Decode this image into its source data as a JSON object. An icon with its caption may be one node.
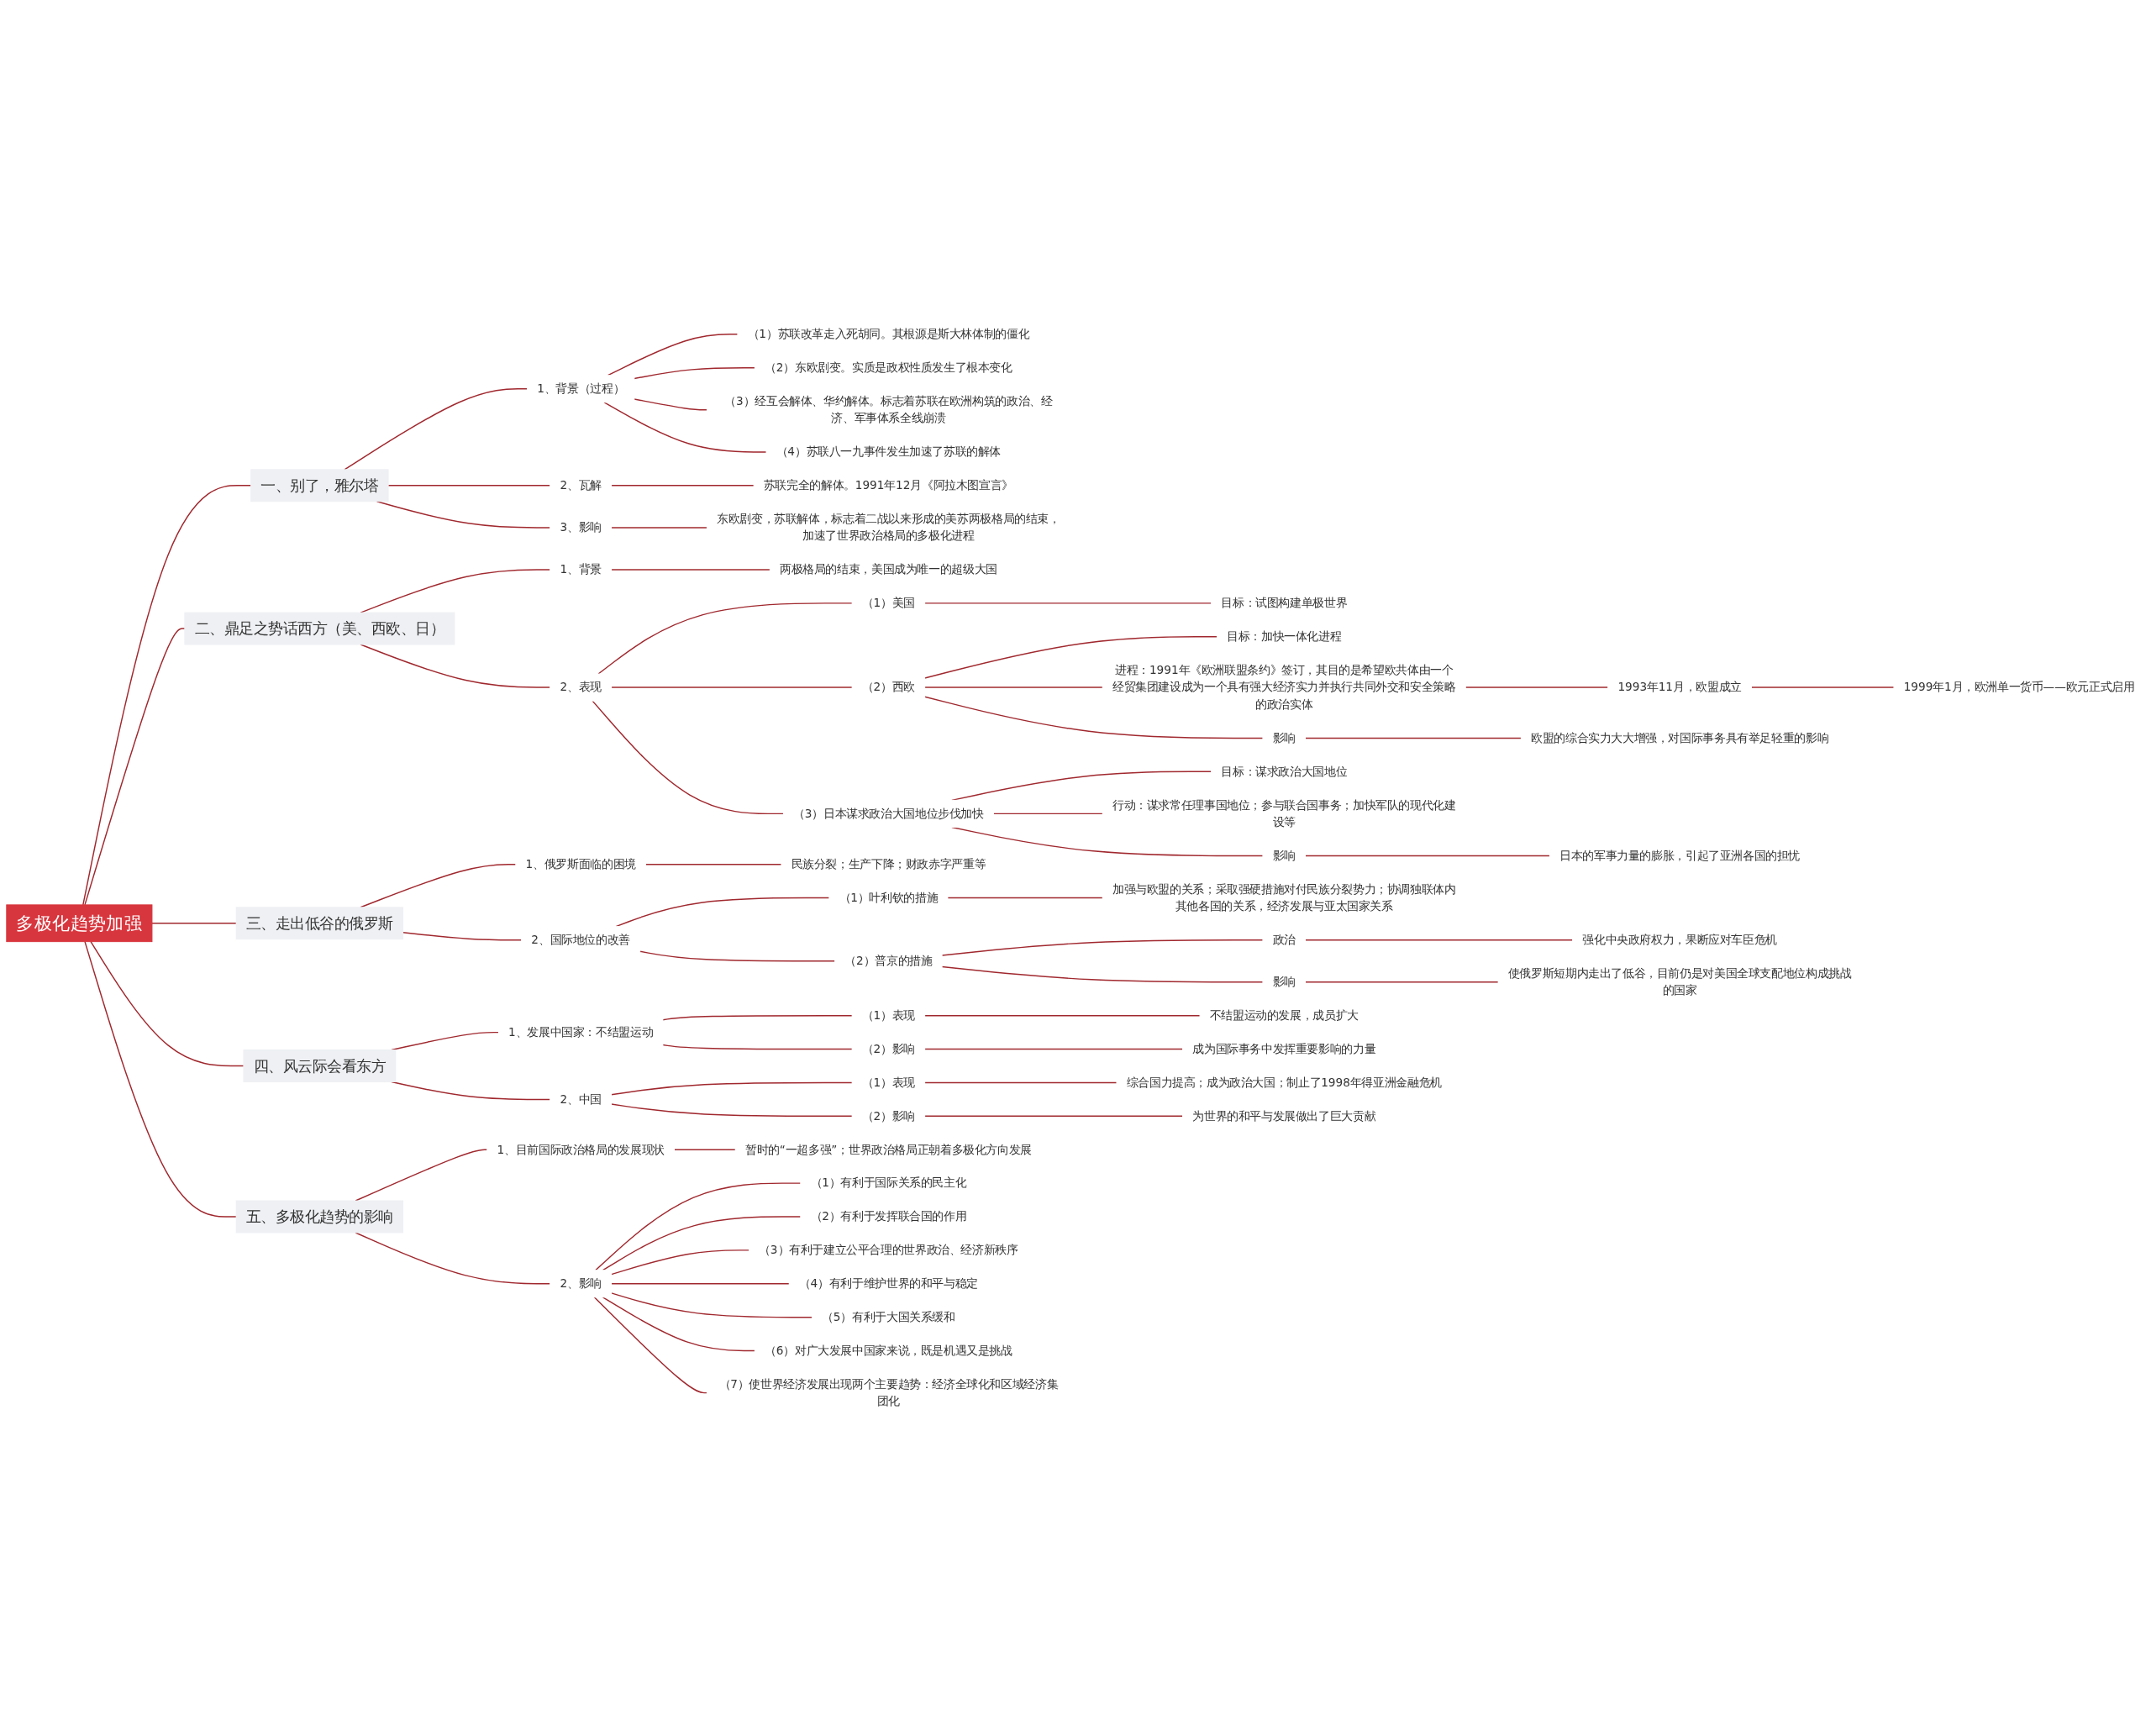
{
  "diagram": {
    "nodes": [
      {
        "text": [
          "多极化趋势加强"
        ]
      },
      {
        "text": [
          "一、别了，雅尔塔"
        ]
      },
      {
        "text": [
          "1、背景（过程）"
        ]
      },
      {
        "text": [
          "（1）苏联改革走入死胡同。其根源是斯大林体制的僵化"
        ]
      },
      {
        "text": [
          "（2）东欧剧变。实质是政权性质发生了根本变化"
        ]
      },
      {
        "text": [
          "（3）经互会解体、华约解体。标志着苏联在欧洲构筑的政治、经济、军事体系全线崩溃"
        ]
      },
      {
        "text": [
          "（4）苏联八一九事件发生加速了苏联的解体"
        ]
      },
      {
        "text": [
          "2、瓦解"
        ]
      },
      {
        "text": [
          "苏联完全的解体。1991年12月《阿拉木图宣言》"
        ]
      },
      {
        "text": [
          "3、影响"
        ]
      },
      {
        "text": [
          "东欧剧变，苏联解体，标志着二战以来形成的美苏两极格局的结束，加速了世界政治格局的多极化进程"
        ]
      },
      {
        "text": [
          "二、鼎足之势话西方（美、西欧、日）"
        ]
      },
      {
        "text": [
          "1、背景"
        ]
      },
      {
        "text": [
          "两极格局的结束，美国成为唯一的超级大国"
        ]
      },
      {
        "text": [
          "2、表现"
        ]
      },
      {
        "text": [
          "（1）美国"
        ]
      },
      {
        "text": [
          "目标：试图构建单极世界"
        ]
      },
      {
        "text": [
          "（2）西欧"
        ]
      },
      {
        "text": [
          "目标：加快一体化进程"
        ]
      },
      {
        "text": [
          "进程：1991年《欧洲联盟条约》签订，其目的是希望欧共体由一个经贸集团建设成为一个具有强大经济实力并执行共同外交和安全策略的政治实体"
        ]
      },
      {
        "text": [
          "1993年11月，欧盟成立"
        ]
      },
      {
        "text": [
          "1999年1月，欧洲单一货币——欧元正式启用"
        ]
      },
      {
        "text": [
          "影响"
        ]
      },
      {
        "text": [
          "欧盟的综合实力大大增强，对国际事务具有举足轻重的影响"
        ]
      },
      {
        "text": [
          "（3）日本谋求政治大国地位步伐加快"
        ]
      },
      {
        "text": [
          "目标：谋求政治大国地位"
        ]
      },
      {
        "text": [
          "行动：谋求常任理事国地位；参与联合国事务；加快军队的现代化建设等"
        ]
      },
      {
        "text": [
          "影响"
        ]
      },
      {
        "text": [
          "日本的军事力量的膨胀，引起了亚洲各国的担忧"
        ]
      },
      {
        "text": [
          "三、走出低谷的俄罗斯"
        ]
      },
      {
        "text": [
          "1、俄罗斯面临的困境"
        ]
      },
      {
        "text": [
          "民族分裂；生产下降；财政赤字严重等"
        ]
      },
      {
        "text": [
          "2、国际地位的改善"
        ]
      },
      {
        "text": [
          "（1）叶利钦的措施"
        ]
      },
      {
        "text": [
          "加强与欧盟的关系；采取强硬措施对付民族分裂势力；协调独联体内其他各国的关系，经济发展与亚太国家关系"
        ]
      },
      {
        "text": [
          "（2）普京的措施"
        ]
      },
      {
        "text": [
          "政治"
        ]
      },
      {
        "text": [
          "强化中央政府权力，果断应对车臣危机"
        ]
      },
      {
        "text": [
          "影响"
        ]
      },
      {
        "text": [
          "使俄罗斯短期内走出了低谷，目前仍是对美国全球支配地位构成挑战的国家"
        ]
      },
      {
        "text": [
          "四、风云际会看东方"
        ]
      },
      {
        "text": [
          "1、发展中国家：不结盟运动"
        ]
      },
      {
        "text": [
          "（1）表现"
        ]
      },
      {
        "text": [
          "不结盟运动的发展，成员扩大"
        ]
      },
      {
        "text": [
          "（2）影响"
        ]
      },
      {
        "text": [
          "成为国际事务中发挥重要影响的力量"
        ]
      },
      {
        "text": [
          "2、中国"
        ]
      },
      {
        "text": [
          "（1）表现"
        ]
      },
      {
        "text": [
          "综合国力提高；成为政治大国；制止了1998年得亚洲金融危机"
        ]
      },
      {
        "text": [
          "（2）影响"
        ]
      },
      {
        "text": [
          "为世界的和平与发展做出了巨大贡献"
        ]
      },
      {
        "text": [
          "五、多极化趋势的影响"
        ]
      },
      {
        "text": [
          "1、目前国际政治格局的发展现状"
        ]
      },
      {
        "text": [
          "暂时的“一超多强”；世界政治格局正朝着多极化方向发展"
        ]
      },
      {
        "text": [
          "2、影响"
        ]
      },
      {
        "text": [
          "（1）有利于国际关系的民主化"
        ]
      },
      {
        "text": [
          "（2）有利于发挥联合国的作用"
        ]
      },
      {
        "text": [
          "（3）有利于建立公平合理的世界政治、经济新秩序"
        ]
      },
      {
        "text": [
          "（4）有利于维护世界的和平与稳定"
        ]
      },
      {
        "text": [
          "（5）有利于大国关系缓和"
        ]
      },
      {
        "text": [
          "（6）对广大发展中国家来说，既是机遇又是挑战"
        ]
      },
      {
        "text": [
          "（7）使世界经济发展出现两个主要趋势：经济全球化和区域经济集团化"
        ]
      }
    ],
    "edges": [
      {
        "from": 0,
        "to": 1,
        "arrow": "none"
      },
      {
        "from": 1,
        "to": 2,
        "arrow": "none"
      },
      {
        "from": 2,
        "to": 3,
        "arrow": "none"
      },
      {
        "from": 2,
        "to": 4,
        "arrow": "none"
      },
      {
        "from": 2,
        "to": 5,
        "arrow": "none"
      },
      {
        "from": 2,
        "to": 6,
        "arrow": "none"
      },
      {
        "from": 1,
        "to": 7,
        "arrow": "none"
      },
      {
        "from": 7,
        "to": 8,
        "arrow": "none"
      },
      {
        "from": 1,
        "to": 9,
        "arrow": "none"
      },
      {
        "from": 9,
        "to": 10,
        "arrow": "none"
      },
      {
        "from": 0,
        "to": 11,
        "arrow": "none"
      },
      {
        "from": 11,
        "to": 12,
        "arrow": "none"
      },
      {
        "from": 12,
        "to": 13,
        "arrow": "none"
      },
      {
        "from": 11,
        "to": 14,
        "arrow": "none"
      },
      {
        "from": 14,
        "to": 15,
        "arrow": "none"
      },
      {
        "from": 15,
        "to": 16,
        "arrow": "none"
      },
      {
        "from": 14,
        "to": 17,
        "arrow": "none"
      },
      {
        "from": 17,
        "to": 18,
        "arrow": "none"
      },
      {
        "from": 17,
        "to": 19,
        "arrow": "none"
      },
      {
        "from": 19,
        "to": 20,
        "arrow": "none"
      },
      {
        "from": 20,
        "to": 21,
        "arrow": "none"
      },
      {
        "from": 17,
        "to": 22,
        "arrow": "none"
      },
      {
        "from": 22,
        "to": 23,
        "arrow": "none"
      },
      {
        "from": 14,
        "to": 24,
        "arrow": "none"
      },
      {
        "from": 24,
        "to": 25,
        "arrow": "none"
      },
      {
        "from": 24,
        "to": 26,
        "arrow": "none"
      },
      {
        "from": 24,
        "to": 27,
        "arrow": "none"
      },
      {
        "from": 27,
        "to": 28,
        "arrow": "none"
      },
      {
        "from": 0,
        "to": 29,
        "arrow": "none"
      },
      {
        "from": 29,
        "to": 30,
        "arrow": "none"
      },
      {
        "from": 30,
        "to": 31,
        "arrow": "none"
      },
      {
        "from": 29,
        "to": 32,
        "arrow": "none"
      },
      {
        "from": 32,
        "to": 33,
        "arrow": "none"
      },
      {
        "from": 33,
        "to": 34,
        "arrow": "none"
      },
      {
        "from": 32,
        "to": 35,
        "arrow": "none"
      },
      {
        "from": 35,
        "to": 36,
        "arrow": "none"
      },
      {
        "from": 36,
        "to": 37,
        "arrow": "none"
      },
      {
        "from": 35,
        "to": 38,
        "arrow": "none"
      },
      {
        "from": 38,
        "to": 39,
        "arrow": "none"
      },
      {
        "from": 0,
        "to": 40,
        "arrow": "none"
      },
      {
        "from": 40,
        "to": 41,
        "arrow": "none"
      },
      {
        "from": 41,
        "to": 42,
        "arrow": "none"
      },
      {
        "from": 42,
        "to": 43,
        "arrow": "none"
      },
      {
        "from": 41,
        "to": 44,
        "arrow": "none"
      },
      {
        "from": 44,
        "to": 45,
        "arrow": "none"
      },
      {
        "from": 40,
        "to": 46,
        "arrow": "none"
      },
      {
        "from": 46,
        "to": 47,
        "arrow": "none"
      },
      {
        "from": 47,
        "to": 48,
        "arrow": "none"
      },
      {
        "from": 46,
        "to": 49,
        "arrow": "none"
      },
      {
        "from": 49,
        "to": 50,
        "arrow": "none"
      },
      {
        "from": 0,
        "to": 51,
        "arrow": "none"
      },
      {
        "from": 51,
        "to": 52,
        "arrow": "none"
      },
      {
        "from": 52,
        "to": 53,
        "arrow": "none"
      },
      {
        "from": 51,
        "to": 54,
        "arrow": "none"
      },
      {
        "from": 54,
        "to": 55,
        "arrow": "none"
      },
      {
        "from": 54,
        "to": 56,
        "arrow": "none"
      },
      {
        "from": 54,
        "to": 57,
        "arrow": "none"
      },
      {
        "from": 54,
        "to": 58,
        "arrow": "none"
      },
      {
        "from": 54,
        "to": 59,
        "arrow": "none"
      },
      {
        "from": 54,
        "to": 60,
        "arrow": "none"
      },
      {
        "from": 54,
        "to": 61,
        "arrow": "none"
      }
    ]
  }
}
